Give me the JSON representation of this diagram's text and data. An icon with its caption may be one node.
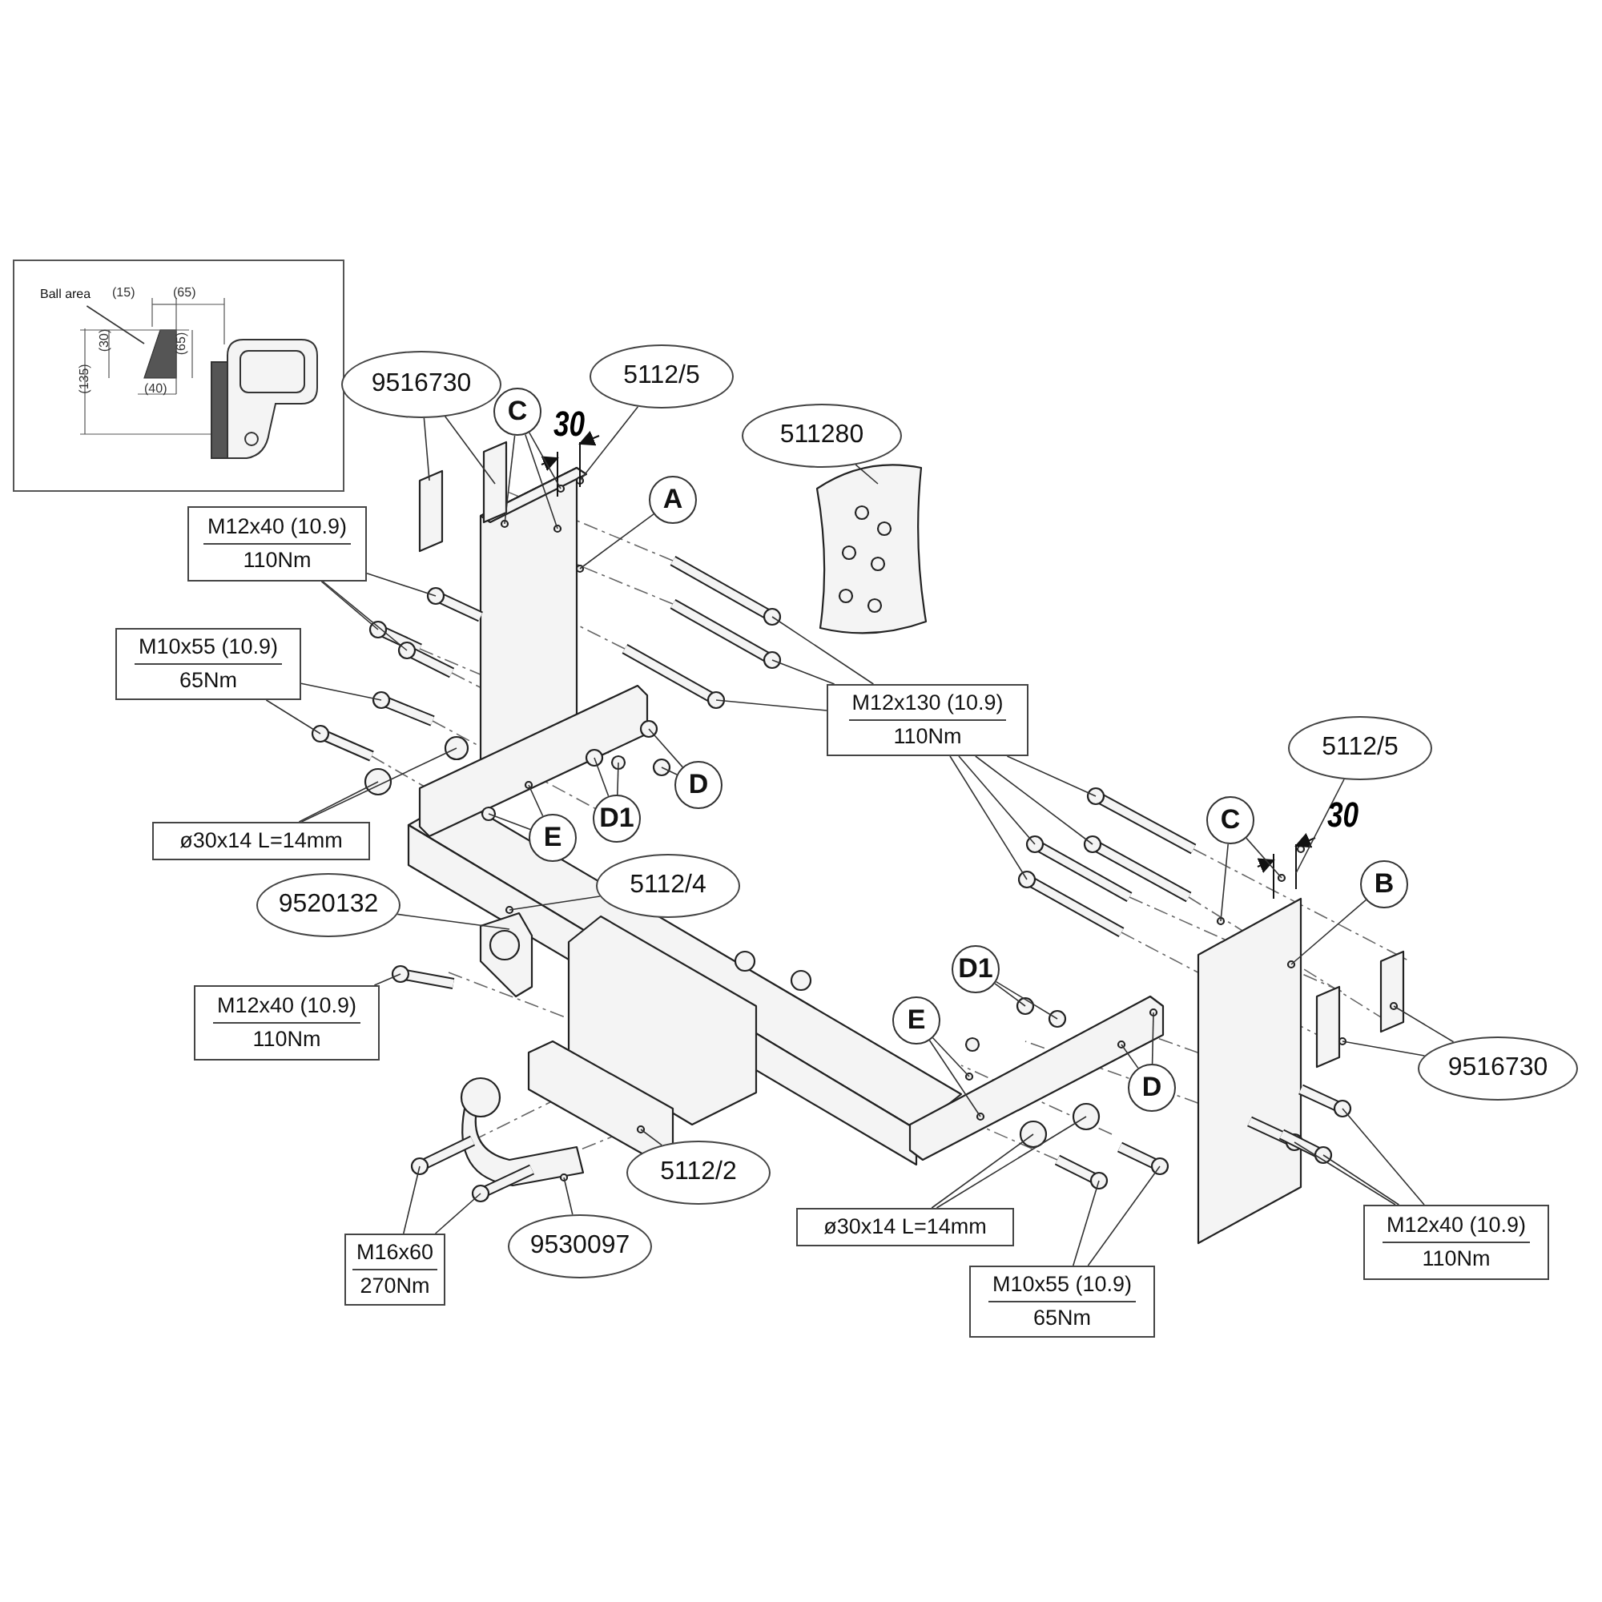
{
  "diagram": {
    "nodes": [
      {
        "text": [],
        "shape": "box"
      },
      {
        "text": [
          "Ball area"
        ],
        "in": 0
      },
      {
        "text": [
          "9516730"
        ]
      },
      {
        "text": [
          "C"
        ]
      },
      {
        "text": [
          "5112/5"
        ]
      },
      {
        "text": [
          "511280"
        ]
      },
      {
        "text": [
          "A"
        ]
      },
      {
        "text": [
          "M12x40 (10.9)",
          "110Nm"
        ]
      },
      {
        "text": [
          "M10x55 (10.9)",
          "65Nm"
        ]
      },
      {
        "text": [
          "M12x130 (10.9)",
          "110Nm"
        ]
      },
      {
        "text": [
          "D"
        ]
      },
      {
        "text": [
          "D1"
        ]
      },
      {
        "text": [
          "E"
        ]
      },
      {
        "text": [
          "ø30x14 L=14mm"
        ]
      },
      {
        "text": [
          "5112/4"
        ]
      },
      {
        "text": [
          "5112/5"
        ]
      },
      {
        "text": [
          "C"
        ]
      },
      {
        "text": [
          "B"
        ]
      },
      {
        "text": [
          "9520132"
        ]
      },
      {
        "text": [
          "M12x40 (10.9)",
          "110Nm"
        ]
      },
      {
        "text": [
          "D1"
        ]
      },
      {
        "text": [
          "E"
        ]
      },
      {
        "text": [
          "9516730"
        ]
      },
      {
        "text": [
          "D"
        ]
      },
      {
        "text": [
          "5112/2"
        ]
      },
      {
        "text": [
          "M16x60",
          "270Nm"
        ]
      },
      {
        "text": [
          "9530097"
        ]
      },
      {
        "text": [
          "ø30x14 L=14mm"
        ]
      },
      {
        "text": [
          "M12x40 (10.9)",
          "110Nm"
        ]
      },
      {
        "text": [
          "M10x55 (10.9)",
          "65Nm"
        ]
      },
      {
        "text": [],
        "shape": "box",
        "in": 0
      }
    ],
    "edges": [
      {
        "from": 1,
        "to": 30,
        "arrow": "none"
      },
      {
        "from": 2,
        "to": null,
        "arrow": "none"
      },
      {
        "from": 2,
        "to": null,
        "arrow": "none"
      },
      {
        "from": 3,
        "to": null,
        "arrow": "none"
      },
      {
        "from": 3,
        "to": null,
        "arrow": "none"
      },
      {
        "from": 3,
        "to": null,
        "arrow": "none"
      },
      {
        "from": 4,
        "to": null,
        "arrow": "none"
      },
      {
        "from": 5,
        "to": null,
        "arrow": "none"
      },
      {
        "from": 6,
        "to": null,
        "arrow": "none"
      },
      {
        "from": 7,
        "to": null,
        "arrow": "none"
      },
      {
        "from": 7,
        "to": null,
        "arrow": "none"
      },
      {
        "from": 7,
        "to": null,
        "arrow": "none"
      },
      {
        "from": 8,
        "to": null,
        "arrow": "none"
      },
      {
        "from": 8,
        "to": null,
        "arrow": "none"
      },
      {
        "from": 9,
        "to": null,
        "arrow": "none"
      },
      {
        "from": 9,
        "to": null,
        "arrow": "none"
      },
      {
        "from": 9,
        "to": null,
        "arrow": "none"
      },
      {
        "from": 9,
        "to": null,
        "arrow": "none"
      },
      {
        "from": 9,
        "to": null,
        "arrow": "none"
      },
      {
        "from": 9,
        "to": null,
        "arrow": "none"
      },
      {
        "from": 9,
        "to": null,
        "arrow": "none"
      },
      {
        "from": 10,
        "to": null,
        "arrow": "none"
      },
      {
        "from": 10,
        "to": null,
        "arrow": "none"
      },
      {
        "from": 11,
        "to": null,
        "arrow": "none"
      },
      {
        "from": 11,
        "to": null,
        "arrow": "none"
      },
      {
        "from": 12,
        "to": null,
        "arrow": "none"
      },
      {
        "from": 12,
        "to": null,
        "arrow": "none"
      },
      {
        "from": 13,
        "to": null,
        "arrow": "none"
      },
      {
        "from": 13,
        "to": null,
        "arrow": "none"
      },
      {
        "from": 14,
        "to": null,
        "arrow": "none"
      },
      {
        "from": 15,
        "to": null,
        "arrow": "none"
      },
      {
        "from": 16,
        "to": null,
        "arrow": "none"
      },
      {
        "from": 16,
        "to": null,
        "arrow": "none"
      },
      {
        "from": 17,
        "to": null,
        "arrow": "none"
      },
      {
        "from": 18,
        "to": null,
        "arrow": "none"
      },
      {
        "from": 19,
        "to": null,
        "arrow": "none"
      },
      {
        "from": 20,
        "to": null,
        "arrow": "none"
      },
      {
        "from": 20,
        "to": null,
        "arrow": "none"
      },
      {
        "from": 21,
        "to": null,
        "arrow": "none"
      },
      {
        "from": 21,
        "to": null,
        "arrow": "none"
      },
      {
        "from": 22,
        "to": null,
        "arrow": "none"
      },
      {
        "from": 22,
        "to": null,
        "arrow": "none"
      },
      {
        "from": 23,
        "to": null,
        "arrow": "none"
      },
      {
        "from": 23,
        "to": null,
        "arrow": "none"
      },
      {
        "from": 24,
        "to": null,
        "arrow": "none"
      },
      {
        "from": 25,
        "to": null,
        "arrow": "none"
      },
      {
        "from": 25,
        "to": null,
        "arrow": "none"
      },
      {
        "from": 26,
        "to": null,
        "arrow": "none"
      },
      {
        "from": 27,
        "to": null,
        "arrow": "none"
      },
      {
        "from": 27,
        "to": null,
        "arrow": "none"
      },
      {
        "from": 28,
        "to": null,
        "arrow": "none"
      },
      {
        "from": 28,
        "to": null,
        "arrow": "none"
      },
      {
        "from": 28,
        "to": null,
        "arrow": "none"
      },
      {
        "from": 29,
        "to": null,
        "arrow": "none"
      },
      {
        "from": 29,
        "to": null,
        "arrow": "none"
      }
    ],
    "labels": [
      "(15)",
      "(65)",
      "(30)",
      "(65)",
      "(135)",
      "(40)",
      "30",
      "30"
    ]
  }
}
